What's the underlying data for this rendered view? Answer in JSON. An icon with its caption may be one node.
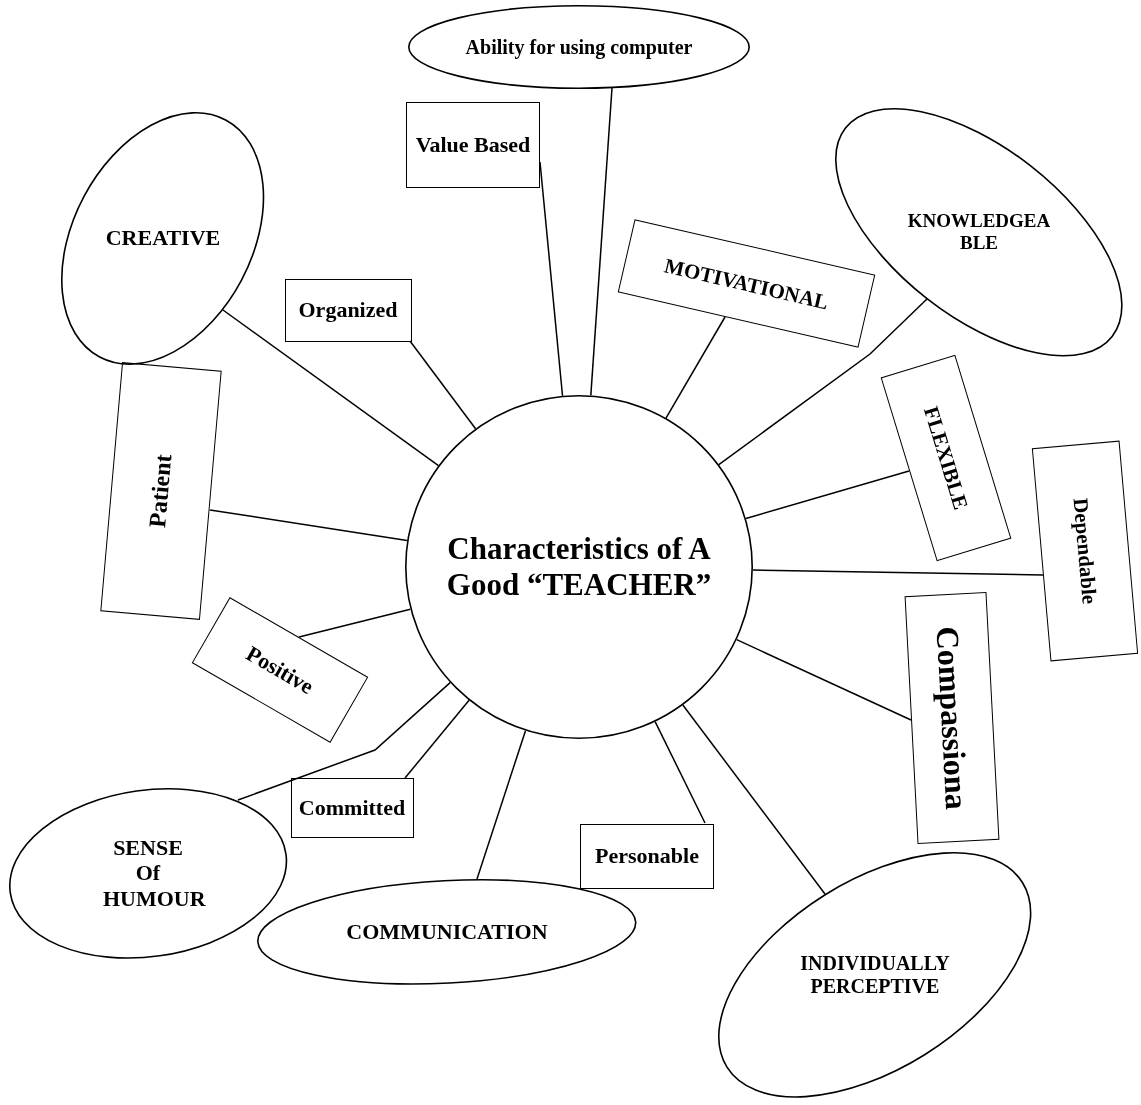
{
  "diagram": {
    "nodes": [
      {
        "text": [
          "Ability for using computer"
        ]
      },
      {
        "text": [
          "Value Based"
        ]
      },
      {
        "text": [
          "CREATIVE"
        ]
      },
      {
        "text": [
          "KNOWLEDGEABLE"
        ]
      },
      {
        "text": [
          "Organized"
        ]
      },
      {
        "text": [
          "MOTIVATIONAL"
        ]
      },
      {
        "text": [
          "Patient"
        ]
      },
      {
        "text": [
          "FLEXIBLE"
        ]
      },
      {
        "text": [
          "Characteristics of A Good “TEACHER”"
        ]
      },
      {
        "text": [
          "Dependable"
        ]
      },
      {
        "text": [
          "Positive"
        ]
      },
      {
        "text": [
          "Compassiona"
        ]
      },
      {
        "text": [
          "Committed"
        ]
      },
      {
        "text": [
          "SENSE Of HUMOUR"
        ]
      },
      {
        "text": [
          "Personable"
        ]
      },
      {
        "text": [
          "COMMUNICATION"
        ]
      },
      {
        "text": [
          "INDIVIDUALLY PERCEPTIVE"
        ]
      }
    ],
    "edges": [
      {
        "from": 0,
        "to": 8,
        "arrow": "none"
      },
      {
        "from": 1,
        "to": 8,
        "arrow": "none"
      },
      {
        "from": 2,
        "to": 8,
        "arrow": "none"
      },
      {
        "from": 3,
        "to": 8,
        "arrow": "none"
      },
      {
        "from": 4,
        "to": 8,
        "arrow": "none"
      },
      {
        "from": 5,
        "to": 8,
        "arrow": "none"
      },
      {
        "from": 6,
        "to": 8,
        "arrow": "none"
      },
      {
        "from": 7,
        "to": 8,
        "arrow": "none"
      },
      {
        "from": 9,
        "to": 8,
        "arrow": "none"
      },
      {
        "from": 10,
        "to": 8,
        "arrow": "none"
      },
      {
        "from": 11,
        "to": 8,
        "arrow": "none"
      },
      {
        "from": 12,
        "to": 8,
        "arrow": "none"
      },
      {
        "from": 13,
        "to": 8,
        "arrow": "none"
      },
      {
        "from": 14,
        "to": 8,
        "arrow": "none"
      },
      {
        "from": 15,
        "to": 8,
        "arrow": "none"
      },
      {
        "from": 16,
        "to": 8,
        "arrow": "none"
      }
    ]
  }
}
